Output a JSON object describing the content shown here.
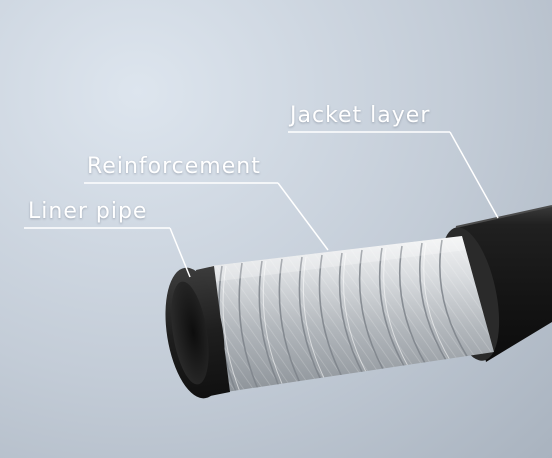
{
  "labels": {
    "jacket": "Jacket layer",
    "reinforcement": "Reinforcement",
    "liner": "Liner pipe"
  },
  "colors": {
    "label_text": "#ffffff",
    "jacket": "#1a1a1a",
    "liner": "#1c1c1c",
    "reinforcement": "#bfc4c9",
    "background": "#c8d0da"
  }
}
